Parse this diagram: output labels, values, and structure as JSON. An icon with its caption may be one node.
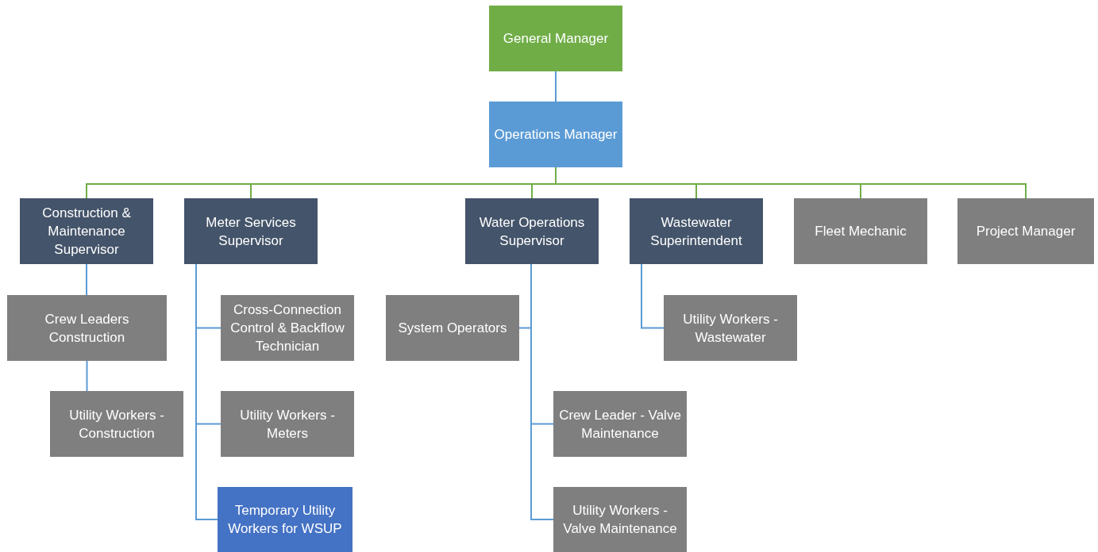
{
  "diagram": {
    "nodes": [
      {
        "text": [
          "General Manager"
        ]
      },
      {
        "text": [
          "Operations Manager"
        ]
      },
      {
        "text": [
          "Construction & Maintenance Supervisor"
        ]
      },
      {
        "text": [
          "Meter Services Supervisor"
        ]
      },
      {
        "text": [
          "Water Operations Supervisor"
        ]
      },
      {
        "text": [
          "Wastewater Superintendent"
        ]
      },
      {
        "text": [
          "Fleet Mechanic"
        ]
      },
      {
        "text": [
          "Project Manager"
        ]
      },
      {
        "text": [
          "Crew Leaders Construction"
        ]
      },
      {
        "text": [
          "Cross-Connection Control & Backflow Technician"
        ]
      },
      {
        "text": [
          "System Operators"
        ]
      },
      {
        "text": [
          "Utility Workers - Wastewater"
        ]
      },
      {
        "text": [
          "Utility Workers - Construction"
        ]
      },
      {
        "text": [
          "Utility Workers - Meters"
        ]
      },
      {
        "text": [
          "Crew Leader - Valve Maintenance"
        ]
      },
      {
        "text": [
          "Temporary Utility Workers for WSUP"
        ]
      },
      {
        "text": [
          "Utility Workers - Valve Maintenance"
        ]
      }
    ],
    "edges": [
      {
        "from": 0,
        "to": 1,
        "arrow": "none"
      },
      {
        "from": 1,
        "to": 2,
        "arrow": "none",
        "color": "#70ad47"
      },
      {
        "from": 1,
        "to": 3,
        "arrow": "none",
        "color": "#70ad47"
      },
      {
        "from": 1,
        "to": 4,
        "arrow": "none",
        "color": "#70ad47"
      },
      {
        "from": 1,
        "to": 5,
        "arrow": "none",
        "color": "#70ad47"
      },
      {
        "from": 1,
        "to": 6,
        "arrow": "none",
        "color": "#70ad47"
      },
      {
        "from": 1,
        "to": 7,
        "arrow": "none",
        "color": "#70ad47"
      },
      {
        "from": 2,
        "to": 8,
        "arrow": "none"
      },
      {
        "from": 8,
        "to": 12,
        "arrow": "none"
      },
      {
        "from": 3,
        "to": 9,
        "arrow": "none"
      },
      {
        "from": 3,
        "to": 13,
        "arrow": "none"
      },
      {
        "from": 3,
        "to": 15,
        "arrow": "none"
      },
      {
        "from": 4,
        "to": 10,
        "arrow": "none"
      },
      {
        "from": 4,
        "to": 14,
        "arrow": "none"
      },
      {
        "from": 4,
        "to": 16,
        "arrow": "none"
      },
      {
        "from": 5,
        "to": 11,
        "arrow": "none"
      }
    ]
  }
}
